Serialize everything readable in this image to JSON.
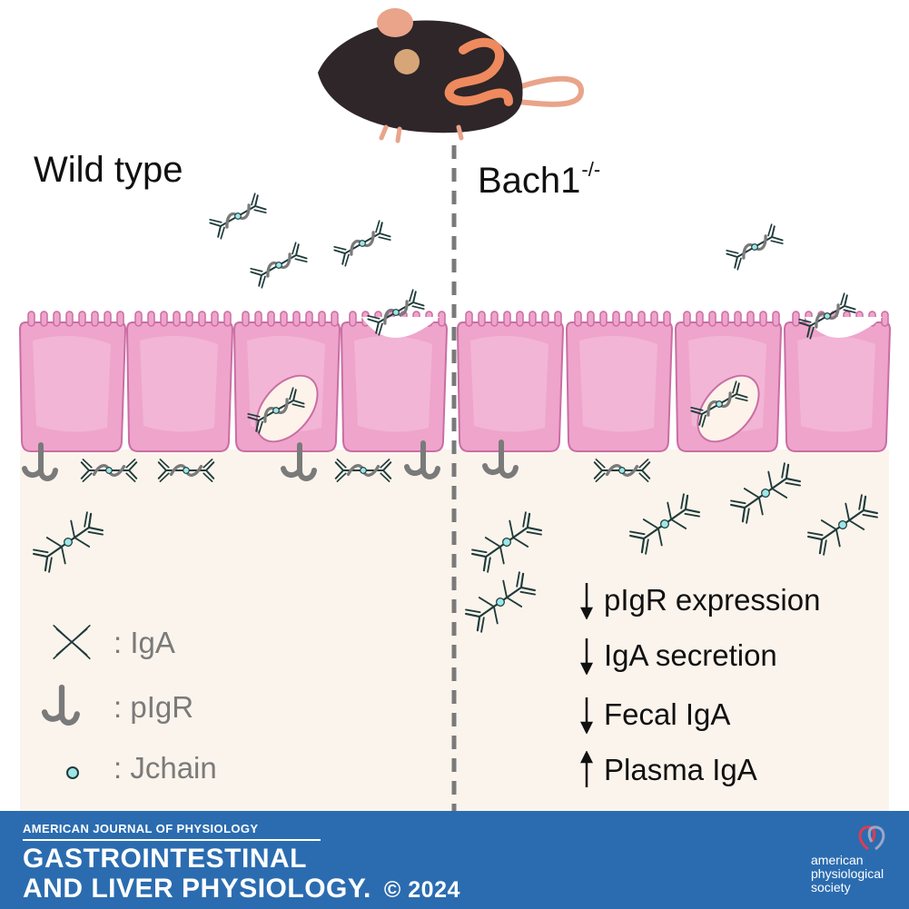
{
  "panels": {
    "left_title": "Wild type",
    "right_title": "Bach1",
    "right_title_superscript": "-/-"
  },
  "legend": {
    "iga_label": ": IgA",
    "pigr_label": ": pIgR",
    "jchain_label": ": Jchain"
  },
  "effects": [
    {
      "direction": "down",
      "text": "pIgR expression"
    },
    {
      "direction": "down",
      "text": "IgA secretion"
    },
    {
      "direction": "down",
      "text": "Fecal IgA"
    },
    {
      "direction": "up",
      "text": "Plasma IgA"
    }
  ],
  "footer": {
    "journal_small": "AMERICAN JOURNAL OF PHYSIOLOGY",
    "journal_line1": "GASTROINTESTINAL",
    "journal_line2": "AND LIVER PHYSIOLOGY.",
    "copyright": "© 2024",
    "society_line1": "american",
    "society_line2": "physiological",
    "society_line3": "society"
  },
  "colors": {
    "cell_fill": "#efa4cb",
    "cell_inner": "#f4bcd9",
    "cell_stroke": "#c96ea3",
    "lamina": "#fbf4ec",
    "iga": "#1f3b3a",
    "pigr": "#7a7a7a",
    "jchain": "#9fe6e8",
    "divider": "#7a7a7a",
    "footer": "#2b6cb0",
    "mouse": "#2e2629",
    "colon": "#ef8a5e"
  }
}
